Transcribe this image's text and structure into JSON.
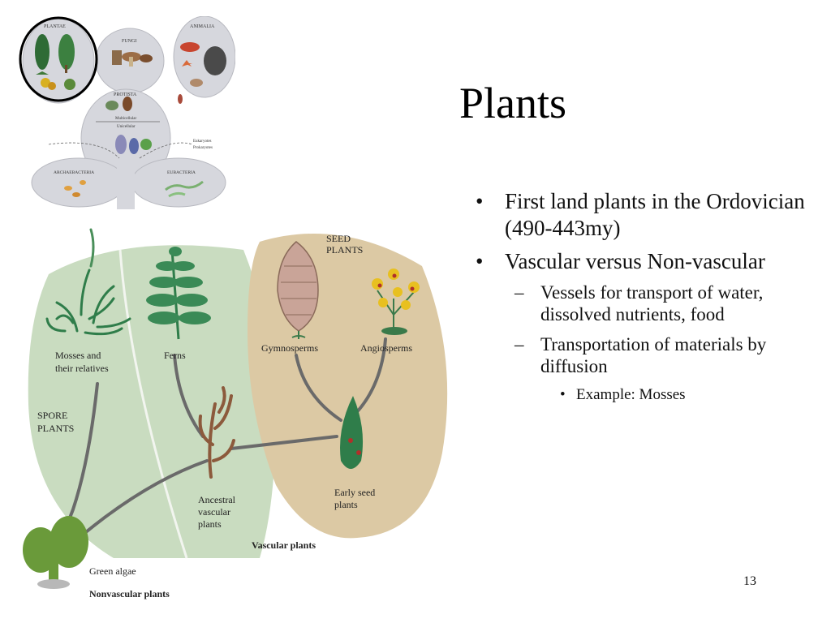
{
  "slide": {
    "title": "Plants",
    "page_number": "13",
    "bullets": [
      {
        "text": "First land plants in the Ordovician (490-443my)"
      },
      {
        "text": "Vascular versus Non-vascular"
      }
    ],
    "sub_bullets": [
      {
        "text": "Vessels for transport of water, dissolved nutrients, food"
      },
      {
        "text": "Transportation of materials by diffusion"
      }
    ],
    "sub_sub_bullets": [
      {
        "text": "Example: Mosses"
      }
    ],
    "bullet_glyph": "•",
    "dash_glyph": "–"
  },
  "tree_figure": {
    "kingdoms": {
      "plantae": "PLANTAE",
      "fungi": "FUNGI",
      "animalia": "ANIMALIA",
      "protista": "PROTISTA",
      "archaebacteria": "ARCHAEBACTERIA",
      "eubacteria": "EUBACTERIA"
    },
    "multicellular": "Multicellular",
    "unicellular": "Unicellular",
    "eukaryotes": "Eukaryotes",
    "prokaryotes": "Prokaryotes"
  },
  "plant_figure": {
    "seed_plants": [
      "SEED",
      "PLANTS"
    ],
    "spore_plants": [
      "SPORE",
      "PLANTS"
    ],
    "mosses": [
      "Mosses and",
      "their relatives"
    ],
    "ferns": "Ferns",
    "gymnosperms": "Gymnosperms",
    "angiosperms": "Angiosperms",
    "ancestral": [
      "Ancestral",
      "vascular",
      "plants"
    ],
    "early_seed": [
      "Early seed",
      "plants"
    ],
    "green_algae": "Green algae",
    "vascular_plants": "Vascular plants",
    "nonvascular_plants": "Nonvascular plants"
  },
  "colors": {
    "tree_bg": "#d6d7dd",
    "spore_green": "#c9dcc0",
    "seed_tan": "#dcc9a4",
    "plant_green": "#2f7d4a",
    "stem_brown": "#8c5a3c"
  }
}
